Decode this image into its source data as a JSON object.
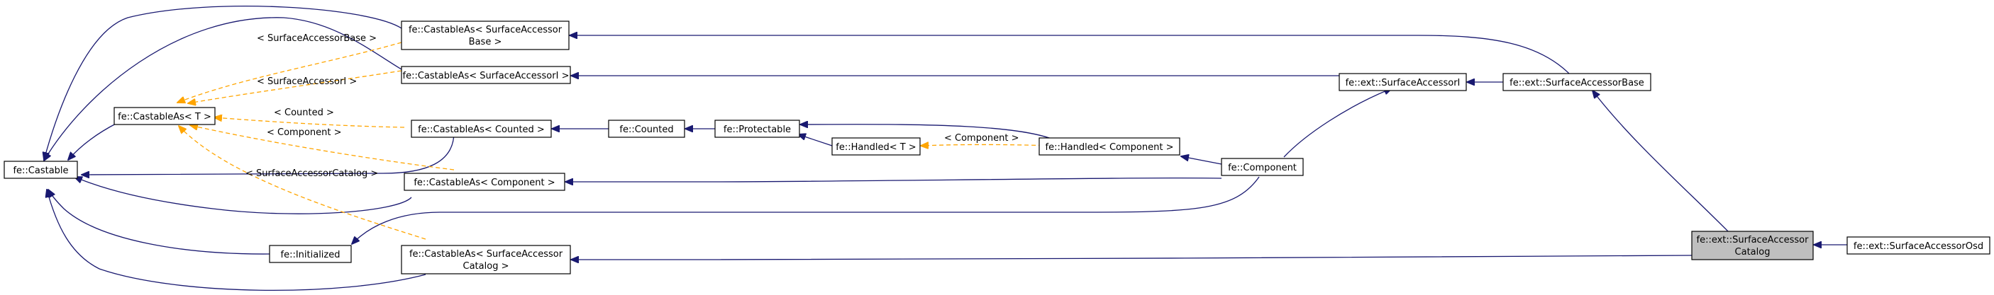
{
  "diagram": {
    "colors": {
      "inherit_edge": "#191970",
      "template_edge": "#ffa500",
      "highlight_fill": "#bfbfbf",
      "node_fill": "#ffffff"
    },
    "nodes": {
      "castable": {
        "label": [
          "fe::Castable"
        ]
      },
      "castable_as_t": {
        "label": [
          "fe::CastableAs< T >"
        ]
      },
      "initialized": {
        "label": [
          "fe::Initialized"
        ]
      },
      "ca_sab": {
        "label": [
          "fe::CastableAs< SurfaceAccessor",
          "Base >"
        ]
      },
      "ca_sai": {
        "label": [
          "fe::CastableAs< SurfaceAccessorI >"
        ]
      },
      "ca_counted": {
        "label": [
          "fe::CastableAs< Counted >"
        ]
      },
      "ca_component": {
        "label": [
          "fe::CastableAs< Component >"
        ]
      },
      "ca_sac": {
        "label": [
          "fe::CastableAs< SurfaceAccessor",
          "Catalog >"
        ]
      },
      "counted": {
        "label": [
          "fe::Counted"
        ]
      },
      "protectable": {
        "label": [
          "fe::Protectable"
        ]
      },
      "handled_t": {
        "label": [
          "fe::Handled< T >"
        ]
      },
      "handled_component": {
        "label": [
          "fe::Handled< Component >"
        ]
      },
      "component": {
        "label": [
          "fe::Component"
        ]
      },
      "sai": {
        "label": [
          "fe::ext::SurfaceAccessorI"
        ]
      },
      "sab": {
        "label": [
          "fe::ext::SurfaceAccessorBase"
        ]
      },
      "sac": {
        "label": [
          "fe::ext::SurfaceAccessor",
          "Catalog"
        ]
      },
      "sao": {
        "label": [
          "fe::ext::SurfaceAccessorOsd"
        ]
      }
    },
    "edge_labels": {
      "sab": "< SurfaceAccessorBase >",
      "sai": "< SurfaceAccessorI >",
      "counted": "< Counted >",
      "component": "< Component >",
      "sac": "< SurfaceAccessorCatalog >",
      "handled": "< Component >"
    }
  }
}
